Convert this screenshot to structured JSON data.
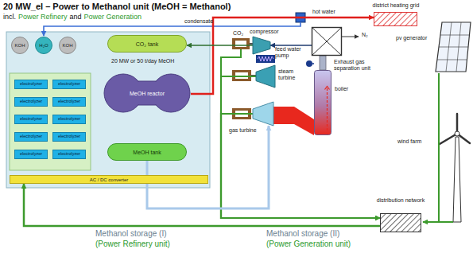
{
  "diagram": {
    "title": "20 MW_el – Power to Methanol unit (MeOH = Methanol)",
    "nodes": [
      {
        "text": [
          "KOH"
        ]
      },
      {
        "text": [
          "H₂O"
        ]
      },
      {
        "text": [
          "KOH"
        ]
      },
      {
        "text": [
          "CO₂ tank"
        ]
      },
      {
        "text": [
          "electrolyzer"
        ]
      },
      {
        "text": [
          "electrolyzer"
        ]
      },
      {
        "text": [
          "electrolyzer"
        ]
      },
      {
        "text": [
          "electrolyzer"
        ]
      },
      {
        "text": [
          "electrolyzer"
        ]
      },
      {
        "text": [
          "electrolyzer"
        ]
      },
      {
        "text": [
          "electrolyzer"
        ]
      },
      {
        "text": [
          "electrolyzer"
        ]
      },
      {
        "text": [
          "electrolyzer"
        ]
      },
      {
        "text": [
          "electrolyzer"
        ]
      },
      {
        "text": [
          "MeOH reactor"
        ]
      },
      {
        "text": [
          "MeOH tank"
        ]
      },
      {
        "text": [
          "AC / DC converter"
        ]
      },
      {
        "text": [
          "district heating grid"
        ]
      },
      {
        "text": [
          "compressor"
        ]
      },
      {
        "text": [
          "Exhaust gas separation unit"
        ]
      },
      {
        "text": [
          "steam turbine"
        ]
      },
      {
        "text": [
          "boiler"
        ]
      },
      {
        "text": [
          "gas turbine"
        ]
      },
      {
        "text": [
          "distribution network"
        ]
      }
    ],
    "edges": [
      {
        "from": 14,
        "to": 17,
        "arrow": "to",
        "label": "hot water"
      },
      {
        "from": 18,
        "to": 3,
        "arrow": "to"
      },
      {
        "from": 19,
        "to": 18,
        "arrow": "to"
      },
      {
        "from": 20,
        "to": 23,
        "arrow": "to"
      },
      {
        "from": 22,
        "to": 23,
        "arrow": "to"
      },
      {
        "from": 23,
        "to": 16,
        "arrow": "to"
      },
      {
        "from": 15,
        "to": 22,
        "arrow": "to"
      }
    ],
    "labels": [
      "incl.",
      "Power Refinery",
      "and",
      "Power Generation",
      "20 MW or 50 t/day MeOH",
      "condensate",
      "CO₂",
      "N₂",
      "feed water pump",
      "pv generator",
      "wind farm",
      "Methanol storage (I)",
      "(Power Refinery unit)",
      "Methanol storage (II)",
      "(Power Generation unit)"
    ]
  }
}
